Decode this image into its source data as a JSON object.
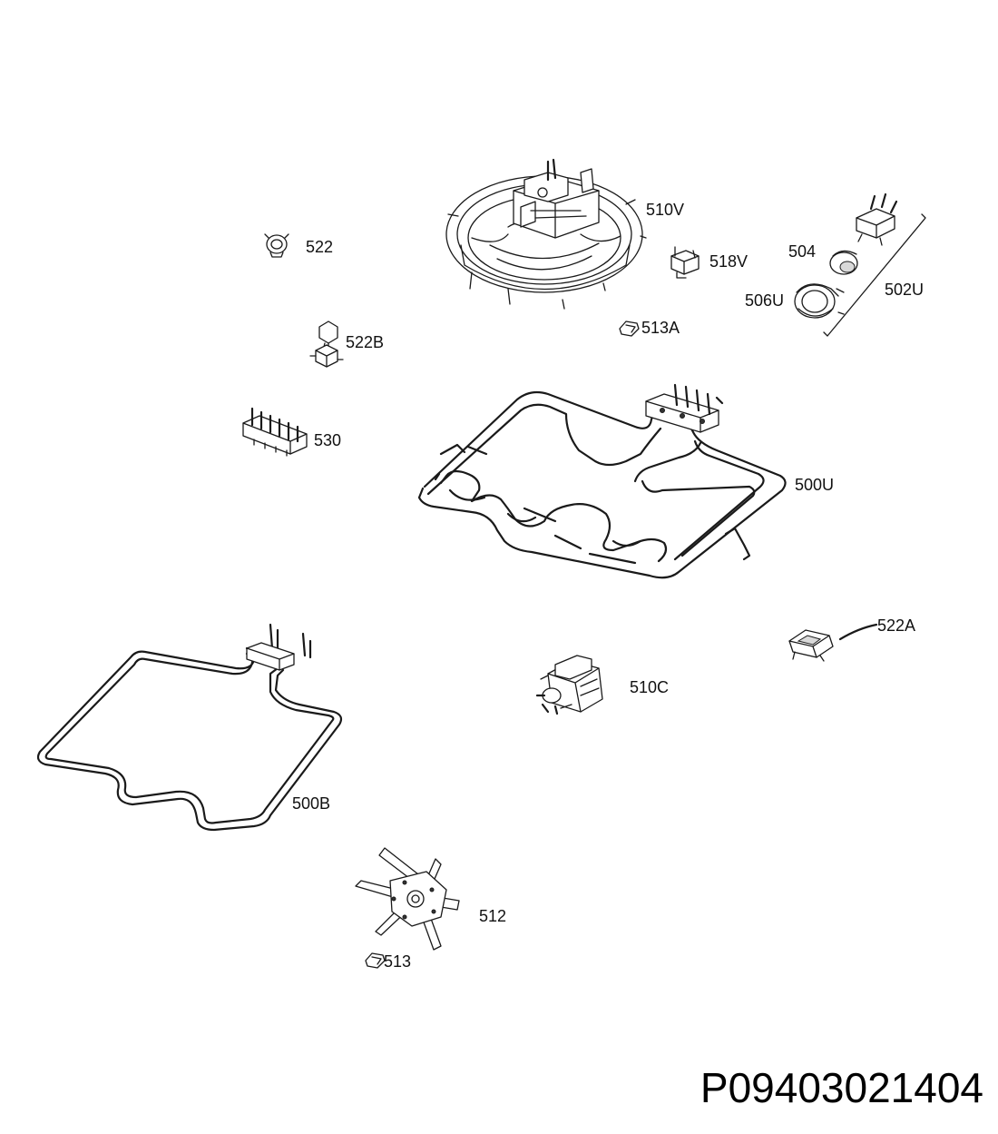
{
  "diagram": {
    "part_labels": {
      "p510v": "510V",
      "p522": "522",
      "p518v": "518V",
      "p504": "504",
      "p502u": "502U",
      "p506u": "506U",
      "p513a": "513A",
      "p522b": "522B",
      "p530": "530",
      "p500u": "500U",
      "p522a": "522A",
      "p510c": "510C",
      "p500b": "500B",
      "p512": "512",
      "p513": "513"
    },
    "document_id": "P09403021404"
  }
}
